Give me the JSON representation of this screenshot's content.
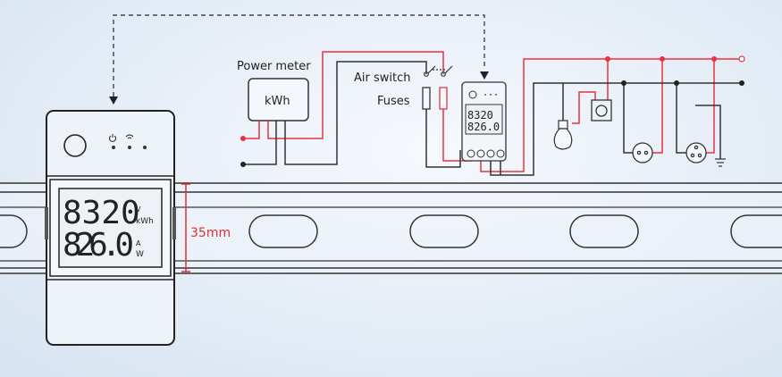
{
  "labels": {
    "power_meter": "Power meter",
    "power_meter_unit": "kWh",
    "air_switch": "Air switch",
    "fuses": "Fuses",
    "rail_width": "35mm"
  },
  "device": {
    "display_top_value": "8320",
    "display_top_units": [
      "V",
      "kWh"
    ],
    "display_bottom_value": "826.0",
    "display_bottom_units": [
      "A",
      "W"
    ]
  },
  "mini_device": {
    "display_top_value": "8320",
    "display_bottom_value": "826.0"
  },
  "colors": {
    "live_wire": "#e8333f",
    "neutral_wire": "#333333",
    "dimension": "#e03030",
    "outline": "#222222"
  },
  "icons": [
    "power-icon",
    "wifi-icon",
    "bulb-icon",
    "switch-icon",
    "socket-2pin-icon",
    "socket-3pin-icon",
    "ground-icon"
  ]
}
